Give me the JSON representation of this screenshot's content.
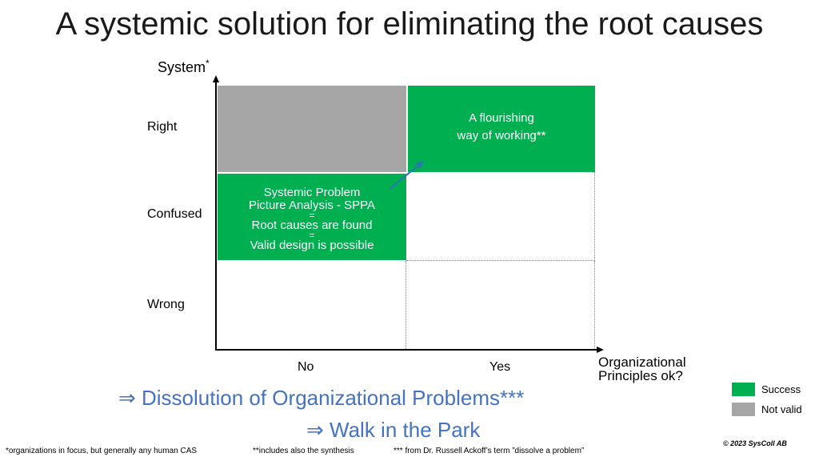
{
  "title": "A systemic solution for eliminating the root causes",
  "axes": {
    "y_label": "System",
    "y_label_mark": "*",
    "x_label_line1": "Organizational",
    "x_label_line2": "Principles ok?",
    "rows": [
      "Right",
      "Confused",
      "Wrong"
    ],
    "columns": [
      "No",
      "Yes"
    ]
  },
  "cells": {
    "flourish_line1": "A flourishing",
    "flourish_line2": "way of working**",
    "sppa_line1": "Systemic Problem",
    "sppa_line2": "Picture Analysis - SPPA",
    "sppa_eq1": "=",
    "sppa_line3": "Root causes are found",
    "sppa_eq2": "=",
    "sppa_line4": "Valid design is possible"
  },
  "bottom": {
    "dissolution": "⇒ Dissolution of Organizational Problems***",
    "walk": "⇒ Walk in the Park"
  },
  "footnotes": {
    "note1": "*organizations in focus, but generally any human CAS",
    "note2": "**includes also the synthesis",
    "note3": "*** from Dr. Russell Ackoff’s term ”dissolve a problem”"
  },
  "copyright": "© 2023 SysColl AB",
  "legend": [
    {
      "label": "Success",
      "color": "#00b050"
    },
    {
      "label": "Not valid",
      "color": "#a6a6a6"
    }
  ],
  "colors": {
    "success": "#00b050",
    "not_valid": "#a6a6a6",
    "arrow": "#2e75b6",
    "accent_text": "#4472c4"
  }
}
